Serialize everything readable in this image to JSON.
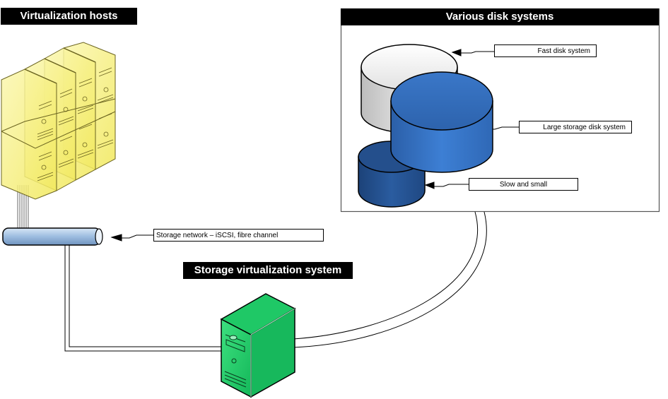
{
  "titles": {
    "hosts": "Virtualization hosts",
    "disks": "Various disk systems",
    "storage_virt": "Storage virtualization system"
  },
  "callouts": {
    "fast_disk": "Fast disk system",
    "large_disk": "Large storage disk system",
    "slow_disk": "Slow and small",
    "network": "Storage network – iSCSI, fibre channel"
  },
  "colors": {
    "host_yellow": "#f5f08a",
    "fast_disk_gray": "#e6e6e6",
    "large_disk_blue": "#3572c4",
    "slow_disk_blue": "#24518f",
    "network_pipe": "#9dbde0",
    "server_green": "#20d26a"
  }
}
